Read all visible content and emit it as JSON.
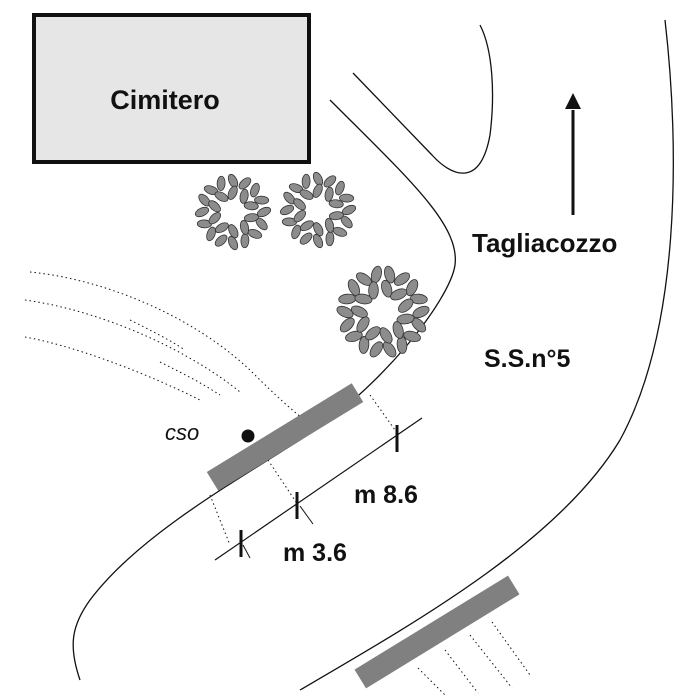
{
  "map": {
    "cemetery_label": "Cimitero",
    "direction_label": "Tagliacozzo",
    "road_label": "S.S.n°5",
    "point_label": "cso",
    "measure_far": "m 8.6",
    "measure_near": "m 3.6"
  },
  "colors": {
    "line": "#111111",
    "cemetery_fill": "#e6e6e6",
    "bar_fill": "#808080",
    "foliage_fill": "#8c8c8c",
    "background": "#ffffff"
  },
  "icons": {
    "direction": "north-arrow-icon",
    "vegetation": "tree-icon",
    "point": "dot-icon"
  }
}
